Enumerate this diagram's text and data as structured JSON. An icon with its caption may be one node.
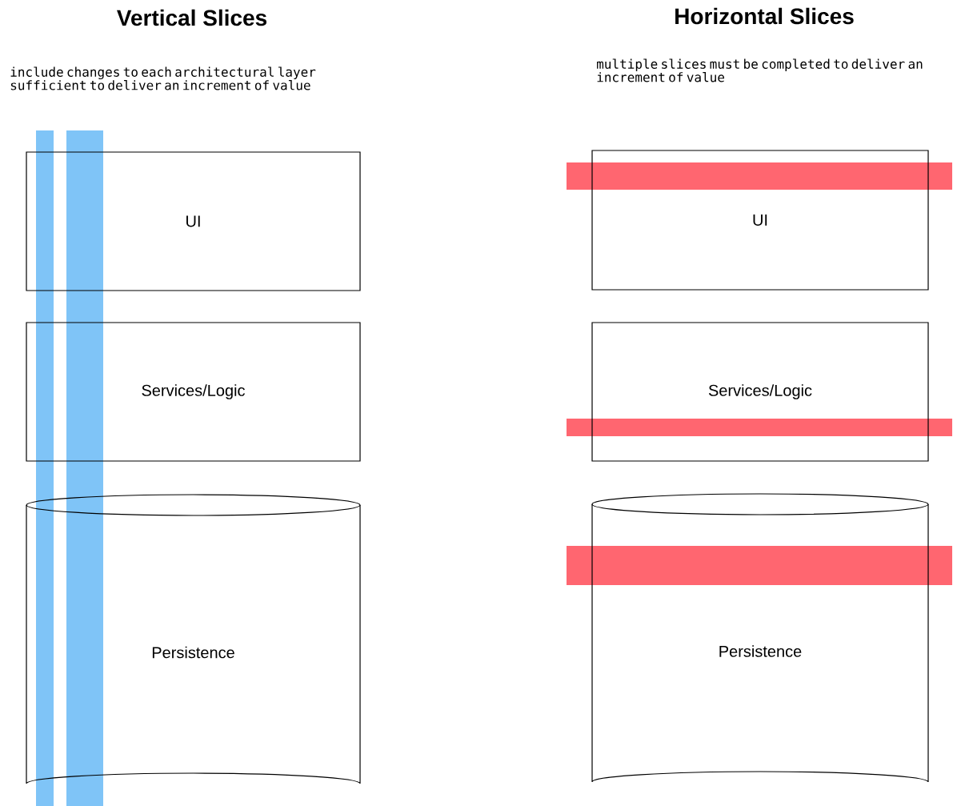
{
  "diagram": {
    "nodes": [
      {
        "text": [
          "UI"
        ]
      },
      {
        "text": [
          "Services/Logic"
        ]
      },
      {
        "text": [
          "Persistence"
        ]
      },
      {
        "text": [
          "UI"
        ]
      },
      {
        "text": [
          "Services/Logic"
        ]
      },
      {
        "text": [
          "Persistence"
        ]
      },
      {
        "text": [],
        "shape": "bar"
      },
      {
        "text": [],
        "shape": "bar"
      },
      {
        "text": [],
        "shape": "bar"
      },
      {
        "text": [],
        "shape": "bar"
      },
      {
        "text": [],
        "shape": "bar"
      }
    ],
    "edges": [],
    "labels": [
      "Vertical Slices",
      "Horizontal Slices",
      "include changes to each architectural layer sufficient to deliver an increment of value",
      "multiple slices must be completed to deliver an increment of value"
    ]
  }
}
